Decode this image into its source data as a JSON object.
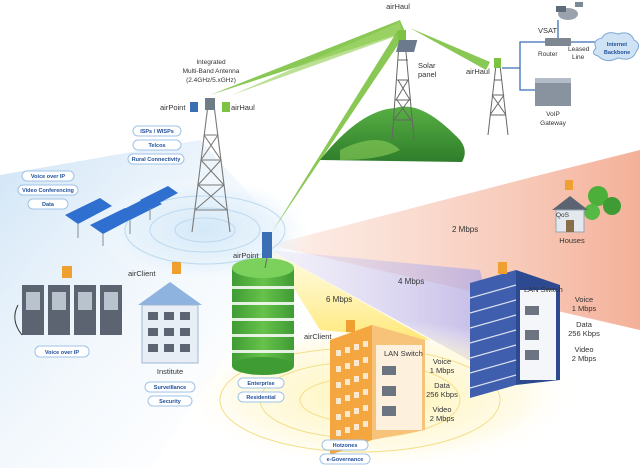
{
  "top_labels": {
    "airhaul_top": "airHaul",
    "antenna_line1": "Integrated",
    "antenna_line2": "Multi-Band Antenna",
    "antenna_line3": "(2.4GHz/5.xGHz)",
    "airpoint_left": "airPoint",
    "airhaul_left": "airHaul",
    "solar_line1": "Solar",
    "solar_line2": "panel",
    "airhaul_right": "airHaul",
    "vsat": "VSAT",
    "router": "Router",
    "leased_line1": "Leased",
    "leased_line2": "Line",
    "internet_line1": "Internet",
    "internet_line2": "Backbone",
    "voip_line1": "VoIP",
    "voip_line2": "Gateway"
  },
  "left_labels": {
    "pill_isps": "ISPs / WISPs",
    "pill_telcos": "Telcos",
    "pill_rural": "Rural Connectivity",
    "pill_voice": "Voice over IP",
    "pill_video": "Video Conferencing",
    "pill_data": "Data",
    "airclient": "airClient",
    "pill_voice_bottom": "Voice over IP",
    "institute": "Institute",
    "pill_surveillance": "Surveillance",
    "pill_security": "Security"
  },
  "center_labels": {
    "airpoint": "airPoint",
    "pill_enterprise": "Enterprise",
    "pill_residential": "Residential",
    "airclient": "airClient",
    "pill_hotzones": "Hotzones",
    "pill_egov": "e-Governance"
  },
  "rates": {
    "houses": "2 Mbps",
    "right_building": "4 Mbps",
    "bottom_building": "6 Mbps"
  },
  "houses": {
    "qos": "QoS",
    "label": "Houses"
  },
  "right_building": {
    "lan_switch": "LAN Switch",
    "voice1": "Voice",
    "voice2": "1 Mbps",
    "data1": "Data",
    "data2": "256 Kbps",
    "video1": "Video",
    "video2": "2 Mbps"
  },
  "bottom_building": {
    "lan_switch": "LAN Switch",
    "voice1": "Voice",
    "voice2": "1 Mbps",
    "data1": "Data",
    "data2": "256 Kbps",
    "video1": "Video",
    "video2": "2 Mbps"
  },
  "colors": {
    "link_green": "#7dc242",
    "tower": "#8a8a8a",
    "building_blue": "#3f5fae",
    "building_orange": "#f4a640",
    "green_stack": "#4caf3a",
    "pill_border": "#9fc3e6",
    "pill_text": "#1f4f9a"
  }
}
